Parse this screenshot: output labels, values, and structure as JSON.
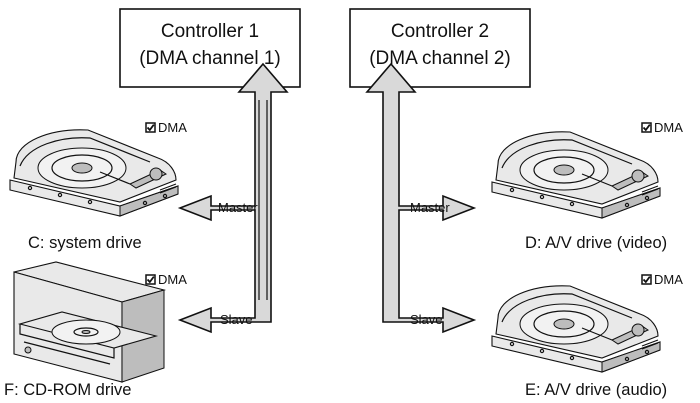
{
  "controllers": [
    {
      "line1": "Controller 1",
      "line2": "(DMA channel 1)"
    },
    {
      "line1": "Controller 2",
      "line2": "(DMA channel 2)"
    }
  ],
  "arrows": {
    "c1_master": "Master",
    "c1_slave": "Slave",
    "c2_master": "Master",
    "c2_slave": "Slave"
  },
  "devices": {
    "c_drive": {
      "label": "C: system drive",
      "dma": "DMA",
      "dma_checked": true,
      "icon": "hard-drive-icon"
    },
    "f_drive": {
      "label": "F: CD-ROM drive",
      "dma": "DMA",
      "dma_checked": true,
      "icon": "cd-rom-drive-icon"
    },
    "d_drive": {
      "label": "D: A/V drive (video)",
      "dma": "DMA",
      "dma_checked": true,
      "icon": "hard-drive-icon"
    },
    "e_drive": {
      "label": "E: A/V drive (audio)",
      "dma": "DMA",
      "dma_checked": true,
      "icon": "hard-drive-icon"
    }
  },
  "colors": {
    "pipe_fill": "#d9d9d9",
    "outline": "#111111"
  }
}
